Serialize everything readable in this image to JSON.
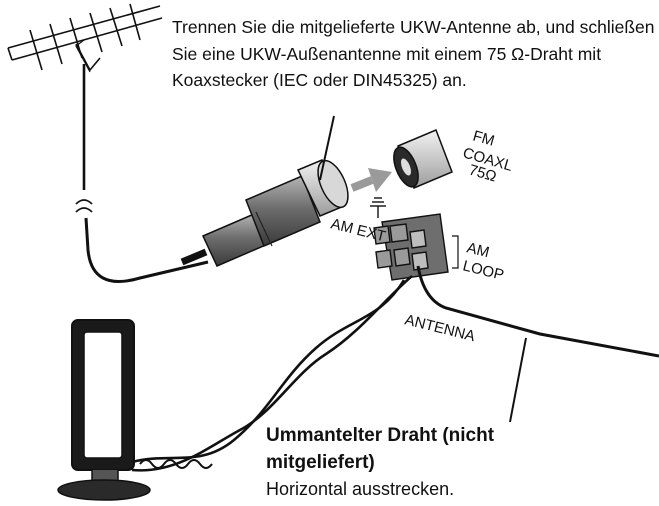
{
  "instruction": {
    "text": "Trennen Sie die mitgelieferte UKW-Antenne ab, und schließen Sie eine UKW-Außenantenne mit einem 75 Ω-Draht mit Koaxstecker (IEC oder DIN45325) an."
  },
  "labels": {
    "fm_line1": "FM",
    "fm_line2": "COAXL",
    "fm_line3": "75Ω",
    "am_ext": "AM EXT",
    "am_loop_line1": "AM",
    "am_loop_line2": "LOOP",
    "antenna": "ANTENNA"
  },
  "wire_note": {
    "bold_line1": "Ummantelter Draht (nicht",
    "bold_line2": "mitgeliefert)",
    "plain_line": "Horizontal ausstrecken."
  },
  "colors": {
    "line": "#111111",
    "plug_gray": "#8a8a8a",
    "plug_light": "#cfcfcf",
    "arrow_gray": "#9a9a9a"
  }
}
